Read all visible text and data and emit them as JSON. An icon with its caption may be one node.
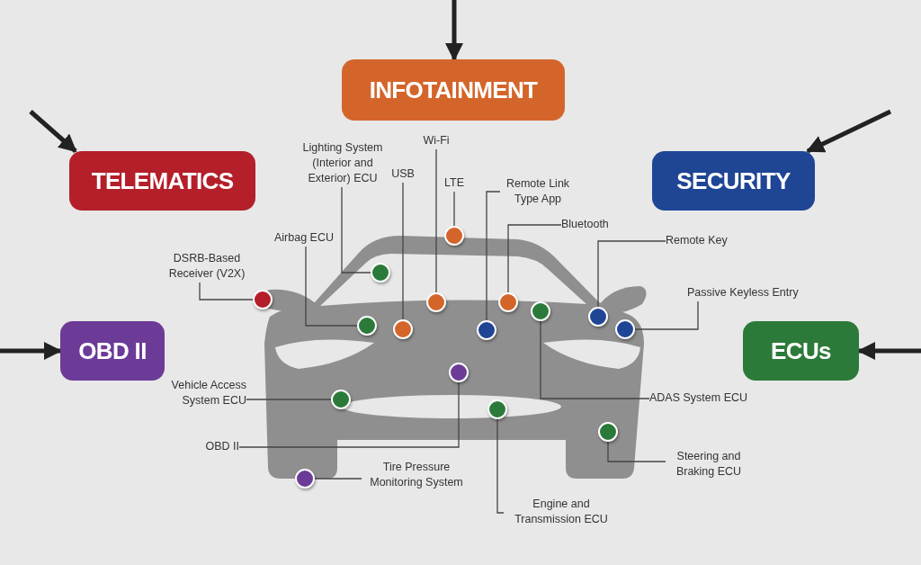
{
  "diagram": {
    "nodes": [
      {
        "text": [
          "INFOTAINMENT"
        ]
      },
      {
        "text": [
          "TELEMATICS"
        ]
      },
      {
        "text": [
          "SECURITY"
        ]
      },
      {
        "text": [
          "OBD II"
        ]
      },
      {
        "text": [
          "ECUs"
        ]
      },
      {
        "text": [
          "Lighting System (Interior and Exterior) ECU"
        ]
      },
      {
        "text": [
          "Wi-Fi"
        ]
      },
      {
        "text": [
          "USB"
        ]
      },
      {
        "text": [
          "LTE"
        ]
      },
      {
        "text": [
          "Remote Link Type App"
        ]
      },
      {
        "text": [
          "Bluetooth"
        ]
      },
      {
        "text": [
          "Remote Key"
        ]
      },
      {
        "text": [
          "Passive Keyless Entry"
        ]
      },
      {
        "text": [
          "Airbag ECU"
        ]
      },
      {
        "text": [
          "DSRB-Based Receiver (V2X)"
        ]
      },
      {
        "text": [
          "Vehicle Access System ECU"
        ]
      },
      {
        "text": [
          "OBD II"
        ]
      },
      {
        "text": [
          "Tire Pressure Monitoring System"
        ]
      },
      {
        "text": [
          "Engine and Transmission ECU"
        ]
      },
      {
        "text": [
          "ADAS System ECU"
        ]
      },
      {
        "text": [
          "Steering and Braking ECU"
        ]
      },
      {
        "text": [],
        "shape": "circle"
      },
      {
        "text": [],
        "shape": "circle"
      },
      {
        "text": [],
        "shape": "circle"
      },
      {
        "text": [],
        "shape": "circle"
      },
      {
        "text": [],
        "shape": "circle"
      },
      {
        "text": [],
        "shape": "circle"
      },
      {
        "text": [],
        "shape": "circle"
      },
      {
        "text": [],
        "shape": "circle"
      },
      {
        "text": [],
        "shape": "circle"
      },
      {
        "text": [],
        "shape": "circle"
      },
      {
        "text": [],
        "shape": "circle"
      },
      {
        "text": [],
        "shape": "circle"
      },
      {
        "text": [],
        "shape": "circle"
      },
      {
        "text": [],
        "shape": "circle"
      },
      {
        "text": [],
        "shape": "circle"
      },
      {
        "text": [],
        "shape": "circle"
      }
    ],
    "edges": [
      {
        "from": null,
        "to": 0,
        "arrow": "to",
        "style": "thick"
      },
      {
        "from": null,
        "to": 1,
        "arrow": "to",
        "style": "thick"
      },
      {
        "from": null,
        "to": 2,
        "arrow": "to",
        "style": "thick"
      },
      {
        "from": null,
        "to": 3,
        "arrow": "to",
        "style": "thick"
      },
      {
        "from": null,
        "to": 4,
        "arrow": "to",
        "style": "thick"
      },
      {
        "from": 5,
        "to": 21,
        "arrow": "none"
      },
      {
        "from": 6,
        "to": 22,
        "arrow": "none"
      },
      {
        "from": 7,
        "to": 23,
        "arrow": "none"
      },
      {
        "from": 8,
        "to": 24,
        "arrow": "none"
      },
      {
        "from": 9,
        "to": 25,
        "arrow": "none"
      },
      {
        "from": 10,
        "to": 26,
        "arrow": "none"
      },
      {
        "from": 11,
        "to": 27,
        "arrow": "none"
      },
      {
        "from": 12,
        "to": 28,
        "arrow": "none"
      },
      {
        "from": 13,
        "to": 29,
        "arrow": "none"
      },
      {
        "from": 14,
        "to": 30,
        "arrow": "none"
      },
      {
        "from": 15,
        "to": 31,
        "arrow": "none"
      },
      {
        "from": 16,
        "to": 32,
        "arrow": "none"
      },
      {
        "from": 17,
        "to": 33,
        "arrow": "none"
      },
      {
        "from": 18,
        "to": 34,
        "arrow": "none"
      },
      {
        "from": 19,
        "to": 35,
        "arrow": "none"
      },
      {
        "from": 20,
        "to": 36,
        "arrow": "none"
      }
    ]
  }
}
